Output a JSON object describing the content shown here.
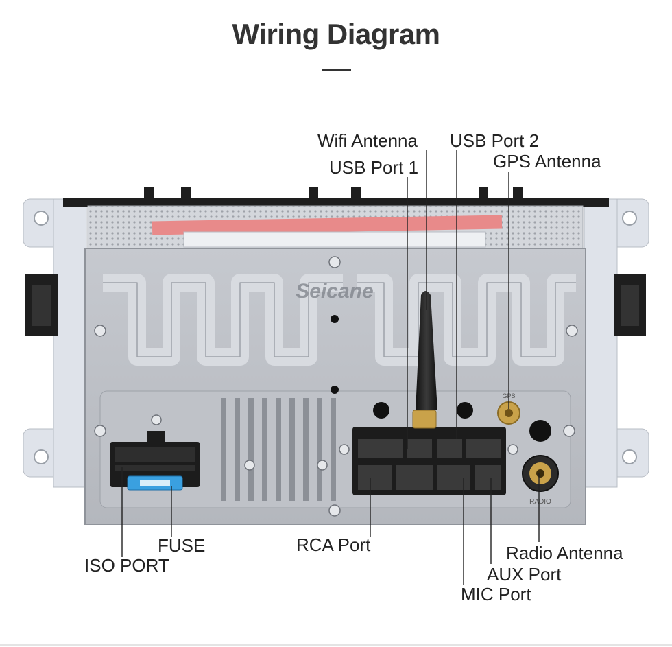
{
  "header": {
    "title": "Wiring Diagram"
  },
  "device": {
    "watermark": "Seicane",
    "gps_label": "GPS",
    "radio_label": "RADIO"
  },
  "callouts": {
    "wifi_antenna": "Wifi Antenna",
    "usb_port_2": "USB Port 2",
    "usb_port_1": "USB Port 1",
    "gps_antenna": "GPS Antenna",
    "fuse": "FUSE",
    "iso_port": "ISO PORT",
    "rca_port": "RCA Port",
    "radio_antenna": "Radio Antenna",
    "aux_port": "AUX Port",
    "mic_port": "MIC Port"
  },
  "colors": {
    "chassis": "#c9ccd2",
    "panel": "#b9bcc2",
    "bracket": "#dfe3ea",
    "connector": "#1c1c1c",
    "fuse": "#3aa0e0",
    "brass": "#c9a24a",
    "label_strip": "#e88a8a"
  }
}
